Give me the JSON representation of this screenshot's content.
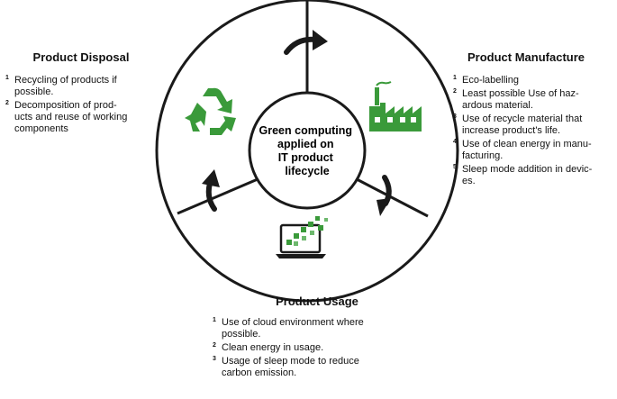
{
  "center": {
    "lines": [
      "Green computing",
      "applied on",
      "IT product",
      "lifecycle"
    ]
  },
  "disposal": {
    "title": "Product Disposal",
    "items": [
      {
        "num": "1",
        "lines": [
          "Recycling of products if",
          "possible."
        ]
      },
      {
        "num": "2",
        "lines": [
          "Decomposition of prod-",
          "ucts and reuse of working",
          "components"
        ]
      }
    ]
  },
  "manufacture": {
    "title": "Product Manufacture",
    "items": [
      {
        "num": "1",
        "lines": [
          "Eco-labelling"
        ]
      },
      {
        "num": "2",
        "lines": [
          "Least possible Use of haz-",
          "ardous material."
        ]
      },
      {
        "num": "3",
        "lines": [
          "Use of recycle material that",
          "increase product's life."
        ]
      },
      {
        "num": "4",
        "lines": [
          "Use of clean energy in manu-",
          "facturing."
        ]
      },
      {
        "num": "5",
        "lines": [
          "Sleep mode addition in devic-",
          "es."
        ]
      }
    ]
  },
  "usage": {
    "title": "Product Usage",
    "items": [
      {
        "num": "1",
        "lines": [
          "Use of cloud environment where",
          "possible."
        ]
      },
      {
        "num": "2",
        "lines": [
          "Clean energy in usage."
        ]
      },
      {
        "num": "3",
        "lines": [
          "Usage of sleep mode to reduce",
          "carbon emission."
        ]
      }
    ]
  },
  "colors": {
    "green": "#3a9a3a",
    "dark": "#1a1a1a"
  },
  "icons": {
    "disposal": "recycle-icon",
    "manufacture": "factory-icon",
    "usage": "laptop-icon"
  }
}
